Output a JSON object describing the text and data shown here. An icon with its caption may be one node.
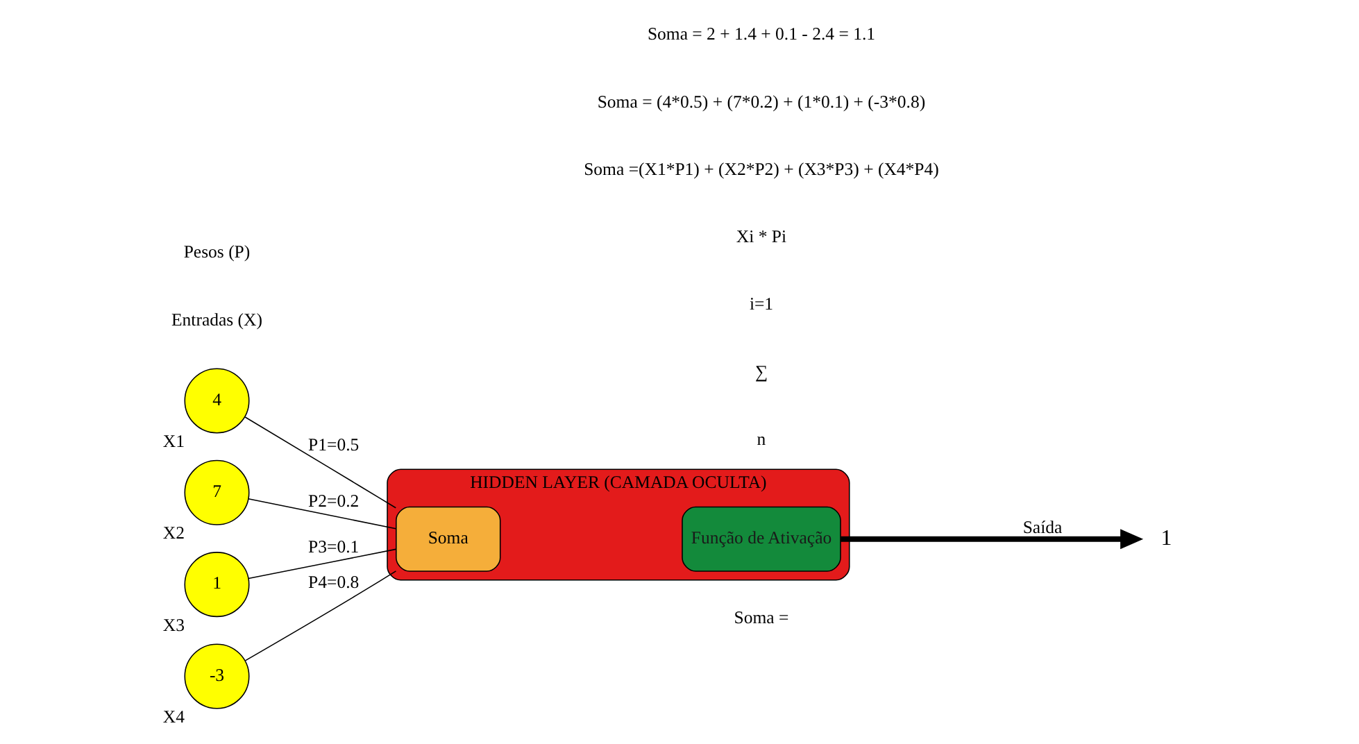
{
  "diagram": {
    "nodes": [
      {
        "text": [
          "4"
        ],
        "beside": [
          "X1"
        ]
      },
      {
        "text": [
          "7"
        ],
        "beside": [
          "X2"
        ]
      },
      {
        "text": [
          "1"
        ],
        "beside": [
          "X3"
        ]
      },
      {
        "text": [
          "-3"
        ],
        "beside": [
          "X4"
        ]
      },
      {
        "text": [
          "HIDDEN LAYER (CAMADA OCULTA)"
        ]
      },
      {
        "text": [
          "Soma"
        ],
        "in": 4
      },
      {
        "text": [
          "Função de Ativação"
        ],
        "in": 4
      },
      {
        "text": [
          "1"
        ]
      }
    ],
    "edges": [
      {
        "from": 0,
        "to": 5,
        "arrow": "none",
        "label": "P1=0.5"
      },
      {
        "from": 1,
        "to": 5,
        "arrow": "none",
        "label": "P2=0.2"
      },
      {
        "from": 2,
        "to": 5,
        "arrow": "none",
        "label": "P3=0.1"
      },
      {
        "from": 3,
        "to": 5,
        "arrow": "none",
        "label": "P4=0.8"
      },
      {
        "from": 6,
        "to": 7,
        "arrow": "to",
        "label": "Saída",
        "style": "thick"
      }
    ],
    "labels": [
      "Entradas (X)",
      "Pesos (P)",
      "Soma =",
      "n",
      "∑",
      "i=1",
      "Xi * Pi",
      "Soma =(X1*P1) + (X2*P2) + (X3*P3) + (X4*P4)",
      "Soma = (4*0.5) + (7*0.2) + (1*0.1) + (-3*0.8)",
      "Soma = 2 + 1.4 + 0.1 - 2.4 = 1.1"
    ]
  }
}
